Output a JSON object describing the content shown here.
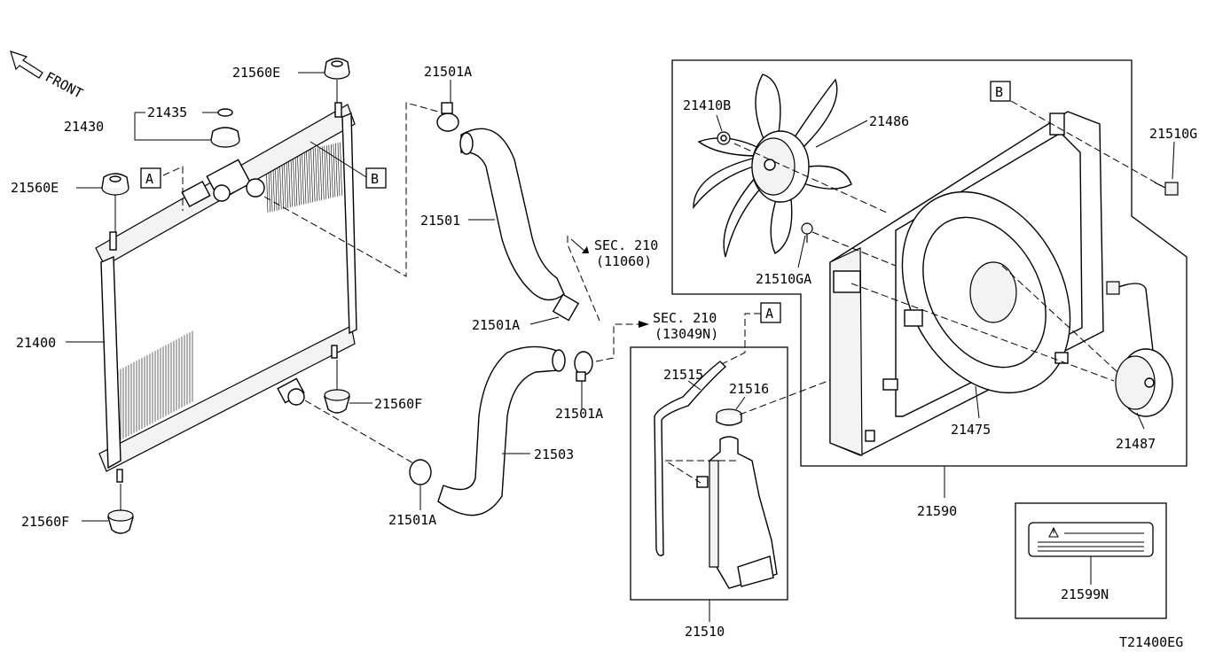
{
  "front_label": "FRONT",
  "diagram_code": "T21400EG",
  "callouts": {
    "box_a": "A",
    "box_b": "B"
  },
  "sections": {
    "sec1_title": "SEC. 210",
    "sec1_code": "(11060)",
    "sec2_title": "SEC. 210",
    "sec2_code": "(13049N)"
  },
  "parts": {
    "p21560E_top": "21560E",
    "p21435": "21435",
    "p21430": "21430",
    "p21560E_left": "21560E",
    "p21400": "21400",
    "p21560F_right": "21560F",
    "p21560F_bottom": "21560F",
    "p21501A_top": "21501A",
    "p21501": "21501",
    "p21501A_mid": "21501A",
    "p21501A_right": "21501A",
    "p21503": "21503",
    "p21501A_bottom": "21501A",
    "p21515": "21515",
    "p21516": "21516",
    "p21510": "21510",
    "p21410B": "21410B",
    "p21486": "21486",
    "p21510GA": "21510GA",
    "p21510G": "21510G",
    "p21475": "21475",
    "p21487": "21487",
    "p21590": "21590",
    "p21599N": "21599N"
  }
}
